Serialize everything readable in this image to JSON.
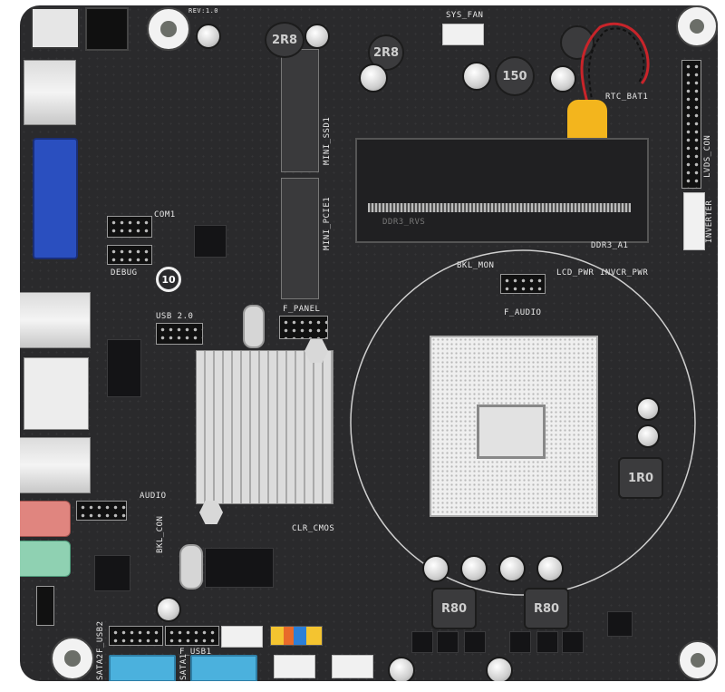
{
  "image": {
    "subject": "Mini-ITX motherboard (top view) with LGA/PGA CPU socket, DDR3 SO-DIMM slot and passive chipset heatsink",
    "background_color": "#ffffff",
    "pcb_color": "#2a2a2c"
  },
  "labels": {
    "rev": "REV:1.0",
    "sys_fan": "SYS_FAN",
    "rtc_bat": "RTC_BAT1",
    "lvds": "LVDS_CON",
    "inverter": "INVERTER",
    "mini_ssd": "MINI_SSD1",
    "mini_pcie": "MINI_PCIE1",
    "ddr3_rvs": "DDR3_RVS",
    "ddr3_a1": "DDR3_A1",
    "com1": "COM1",
    "debug": "DEBUG",
    "usb20": "USB 2.0",
    "f_panel": "F_PANEL",
    "bkl_mon": "BKL_MON",
    "lcd_pwr": "LCD_PWR",
    "invcr_pwr": "INVCR_PWR",
    "f_audio": "F_AUDIO",
    "audio": "AUDIO",
    "bkl_con": "BKL_CON",
    "clr_cmos": "CLR_CMOS",
    "f_usb2": "F_USB2",
    "f_usb1": "F_USB1",
    "sata1": "SATA1",
    "sata2": "SATA2",
    "inductor_2r8": "2R8",
    "inductor_150": "150",
    "inductor_1r0": "1R0",
    "inductor_r80": "R80",
    "year_badge": "10"
  },
  "components": {
    "rear_io": [
      "DC jack",
      "4-pin power",
      "HDMI",
      "VGA (blue)",
      "USB 2.0 x2",
      "RJ45 LAN",
      "USB 2.0 x2",
      "Line-out (pink)",
      "Line-in (green)"
    ],
    "colors": {
      "vga": "#2a4fbf",
      "sata": "#4bb1dd",
      "audio_pink": "#e0857f",
      "audio_green": "#8fd1b2",
      "battery": "#f3b51d",
      "wire_red": "#c8242a"
    }
  }
}
